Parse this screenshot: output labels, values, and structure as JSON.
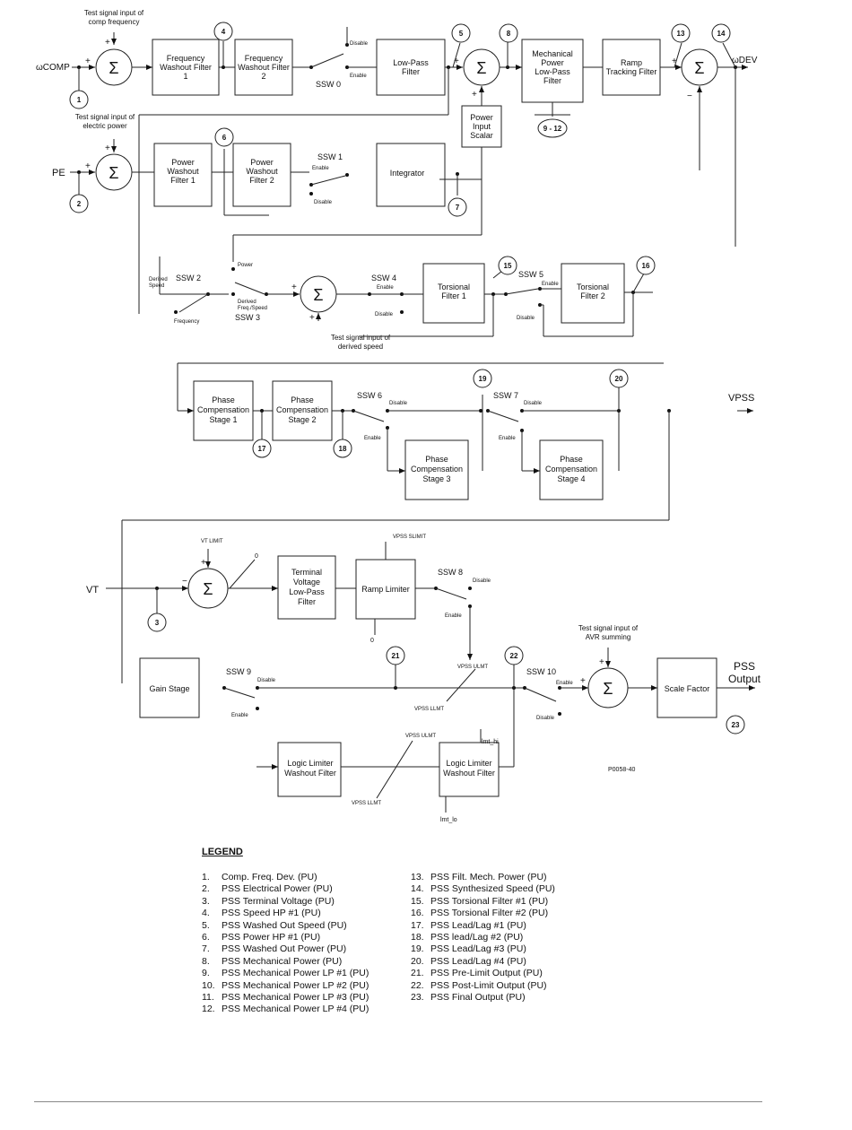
{
  "diagram": {
    "signals": {
      "w_comp": "ωCOMP",
      "w_dev": "ωDEV",
      "pe": "PE",
      "vpss": "VPSS",
      "vt": "VT",
      "pss_output": [
        "PSS",
        "Output"
      ]
    },
    "annotations": {
      "test_comp_freq": [
        "Test signal input of",
        "comp frequency"
      ],
      "test_elec_power": [
        "Test signal input of",
        "electric power"
      ],
      "test_derived_speed": [
        "Test signal input of",
        "derived speed"
      ],
      "test_avr": [
        "Test signal input of",
        "AVR summing"
      ],
      "figure_id": "P0058-40"
    },
    "blocks": {
      "freq_washout_1": [
        "Frequency",
        "Washout Filter",
        "1"
      ],
      "freq_washout_2": [
        "Frequency",
        "Washout Filter",
        "2"
      ],
      "low_pass": [
        "Low-Pass",
        "Filter"
      ],
      "mech_power_lpf": [
        "Mechanical",
        "Power",
        "Low-Pass",
        "Filter"
      ],
      "ramp_tracking": [
        "Ramp",
        "Tracking Filter"
      ],
      "power_input_scalar": [
        "Power",
        "Input",
        "Scalar"
      ],
      "power_washout_1": [
        "Power",
        "Washout",
        "Filter 1"
      ],
      "power_washout_2": [
        "Power",
        "Washout",
        "Filter 2"
      ],
      "integrator": [
        "Integrator"
      ],
      "torsional_1": [
        "Torsional",
        "Filter 1"
      ],
      "torsional_2": [
        "Torsional",
        "Filter 2"
      ],
      "phase_comp_1": [
        "Phase",
        "Compensation",
        "Stage 1"
      ],
      "phase_comp_2": [
        "Phase",
        "Compensation",
        "Stage 2"
      ],
      "phase_comp_3": [
        "Phase",
        "Compensation",
        "Stage 3"
      ],
      "phase_comp_4": [
        "Phase",
        "Compensation",
        "Stage 4"
      ],
      "terminal_voltage_lpf": [
        "Terminal",
        "Voltage",
        "Low-Pass",
        "Filter"
      ],
      "ramp_limiter": [
        "Ramp Limiter"
      ],
      "gain_stage": [
        "Gain Stage"
      ],
      "scale_factor": [
        "Scale Factor"
      ],
      "logic_limiter_1": [
        "Logic Limiter",
        "Washout Filter"
      ],
      "logic_limiter_2": [
        "Logic Limiter",
        "Washout Filter"
      ]
    },
    "switches": {
      "ssw0": "SSW 0",
      "ssw1": "SSW 1",
      "ssw2": "SSW 2",
      "ssw3": "SSW 3",
      "ssw4": "SSW 4",
      "ssw5": "SSW 5",
      "ssw6": "SSW 6",
      "ssw7": "SSW 7",
      "ssw8": "SSW 8",
      "ssw9": "SSW 9",
      "ssw10": "SSW 10"
    },
    "switch_words": {
      "enable": "Enable",
      "disable": "Disable",
      "power": "Power",
      "derived_speed": [
        "Derived",
        "Speed"
      ],
      "frequency": "Frequency",
      "derived_freq_speed": [
        "Derived",
        "Freq./Speed"
      ]
    },
    "limit_labels": {
      "vt_limit": "VT LIMIT",
      "vpss_slimit": "VPSS SLIMIT",
      "vpss_ulmt": "VPSS ULMT",
      "vpss_llmt": "VPSS LLMT",
      "vpss_ulmt2": "VPSS ULMT",
      "vpss_llmt2": "VPSS LLMT",
      "lmt_hi": "lmt_hi",
      "lmt_lo": "lmt_lo",
      "zero": "0"
    },
    "test_points": [
      "1",
      "2",
      "3",
      "4",
      "5",
      "6",
      "7",
      "8",
      "9 - 12",
      "13",
      "14",
      "15",
      "16",
      "17",
      "18",
      "19",
      "20",
      "21",
      "22",
      "23"
    ]
  },
  "legend": {
    "title": "LEGEND",
    "left": [
      {
        "num": "1.",
        "text": "Comp. Freq. Dev. (PU)"
      },
      {
        "num": "2.",
        "text": "PSS Electrical Power (PU)"
      },
      {
        "num": "3.",
        "text": "PSS Terminal Voltage (PU)"
      },
      {
        "num": "4.",
        "text": "PSS Speed HP #1 (PU)"
      },
      {
        "num": "5.",
        "text": "PSS Washed Out Speed (PU)"
      },
      {
        "num": "6.",
        "text": "PSS Power HP #1 (PU)"
      },
      {
        "num": "7.",
        "text": "PSS Washed Out Power (PU)"
      },
      {
        "num": "8.",
        "text": "PSS Mechanical Power (PU)"
      },
      {
        "num": "9.",
        "text": "PSS Mechanical Power LP #1 (PU)"
      },
      {
        "num": "10.",
        "text": "PSS Mechanical Power LP #2 (PU)"
      },
      {
        "num": "11.",
        "text": "PSS Mechanical Power LP #3 (PU)"
      },
      {
        "num": "12.",
        "text": "PSS Mechanical Power LP #4 (PU)"
      }
    ],
    "right": [
      {
        "num": "13.",
        "text": "PSS Filt. Mech. Power (PU)"
      },
      {
        "num": "14.",
        "text": "PSS Synthesized Speed (PU)"
      },
      {
        "num": "15.",
        "text": "PSS Torsional Filter #1 (PU)"
      },
      {
        "num": "16.",
        "text": "PSS Torsional Filter #2 (PU)"
      },
      {
        "num": "17.",
        "text": "PSS Lead/Lag #1 (PU)"
      },
      {
        "num": "18.",
        "text": "PSS lead/Lag #2 (PU)"
      },
      {
        "num": "19.",
        "text": "PSS Lead/Lag #3 (PU)"
      },
      {
        "num": "20.",
        "text": "PSS Lead/Lag #4 (PU)"
      },
      {
        "num": "21.",
        "text": "PSS Pre-Limit Output (PU)"
      },
      {
        "num": "22.",
        "text": "PSS Post-Limit Output (PU)"
      },
      {
        "num": "23.",
        "text": "PSS Final Output (PU)"
      }
    ]
  }
}
